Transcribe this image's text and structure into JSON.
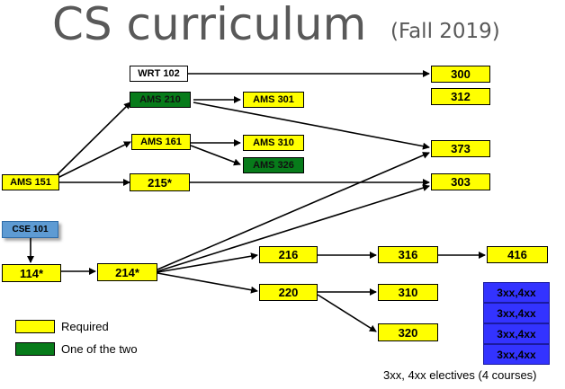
{
  "title": "CS curriculum",
  "subtitle": "(Fall 2019)",
  "colors": {
    "required": "#ffff00",
    "one_of_two": "#077b1a",
    "elective": "#3333ff",
    "intro": "#5e9bd3",
    "arrow": "#000000"
  },
  "nodes": {
    "wrt102": "WRT 102",
    "ams210": "AMS 210",
    "ams301": "AMS 301",
    "ams161": "AMS 161",
    "ams310": "AMS 310",
    "ams326": "AMS 326",
    "ams151": "AMS 151",
    "cse215": "215*",
    "cse101": "CSE 101",
    "cse114": "114*",
    "cse214": "214*",
    "cse300": "300",
    "cse312": "312",
    "cse373": "373",
    "cse303": "303",
    "cse216": "216",
    "cse316": "316",
    "cse416": "416",
    "cse220": "220",
    "cse310": "310",
    "cse320": "320"
  },
  "electives": [
    "3xx,4xx",
    "3xx,4xx",
    "3xx,4xx",
    "3xx,4xx"
  ],
  "electives_note": "3xx, 4xx electives (4 courses)",
  "legend": {
    "required_label": "Required",
    "one_of_two_label": "One of the two"
  }
}
